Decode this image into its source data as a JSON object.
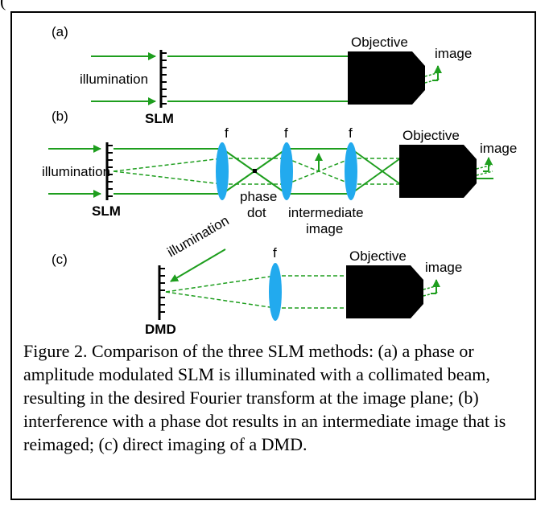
{
  "top_fragment": "(",
  "panels": {
    "a": {
      "label": "(a)",
      "illumination": "illumination",
      "device": "SLM",
      "objective": "Objective",
      "image": "image"
    },
    "b": {
      "label": "(b)",
      "illumination": "illumination",
      "device": "SLM",
      "objective": "Objective",
      "image": "image",
      "f_labels": [
        "f",
        "f",
        "f"
      ],
      "phase_dot_line1": "phase",
      "phase_dot_line2": "dot",
      "intermediate_line1": "intermediate",
      "intermediate_line2": "image"
    },
    "c": {
      "label": "(c)",
      "illumination": "illumination",
      "device": "DMD",
      "objective": "Objective",
      "image": "image",
      "f_label": "f"
    }
  },
  "colors": {
    "beam": "#1e9e1e",
    "lens": "#22aaee",
    "objective": "#000000"
  },
  "caption": "Figure 2. Comparison of the three SLM methods: (a) a phase or amplitude modulated SLM is illuminated with a collimated beam, resulting in the desired Fourier transform at the image plane; (b) interference with a phase dot results in an intermediate image that is reimaged; (c) direct imaging of a DMD."
}
